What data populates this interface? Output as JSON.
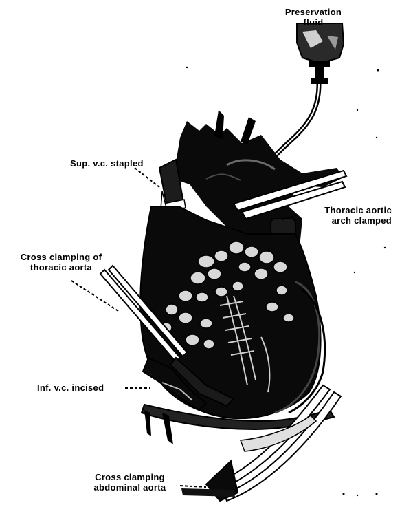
{
  "labels": {
    "preservation_fluid": [
      "Preservation",
      "fluid"
    ],
    "sup_vc": "Sup. v.c. stapled",
    "thoracic_arch": [
      "Thoracic aortic",
      "arch clamped"
    ],
    "cross_thoracic": [
      "Cross clamping of",
      "thoracic aorta"
    ],
    "inf_vc": "Inf. v.c. incised",
    "cross_abdominal": [
      "Cross clamping",
      "abdominal aorta"
    ]
  },
  "colors": {
    "ink": "#000000",
    "paper": "#ffffff",
    "shade": "#1a1a1a",
    "light": "#e8e8e8"
  }
}
